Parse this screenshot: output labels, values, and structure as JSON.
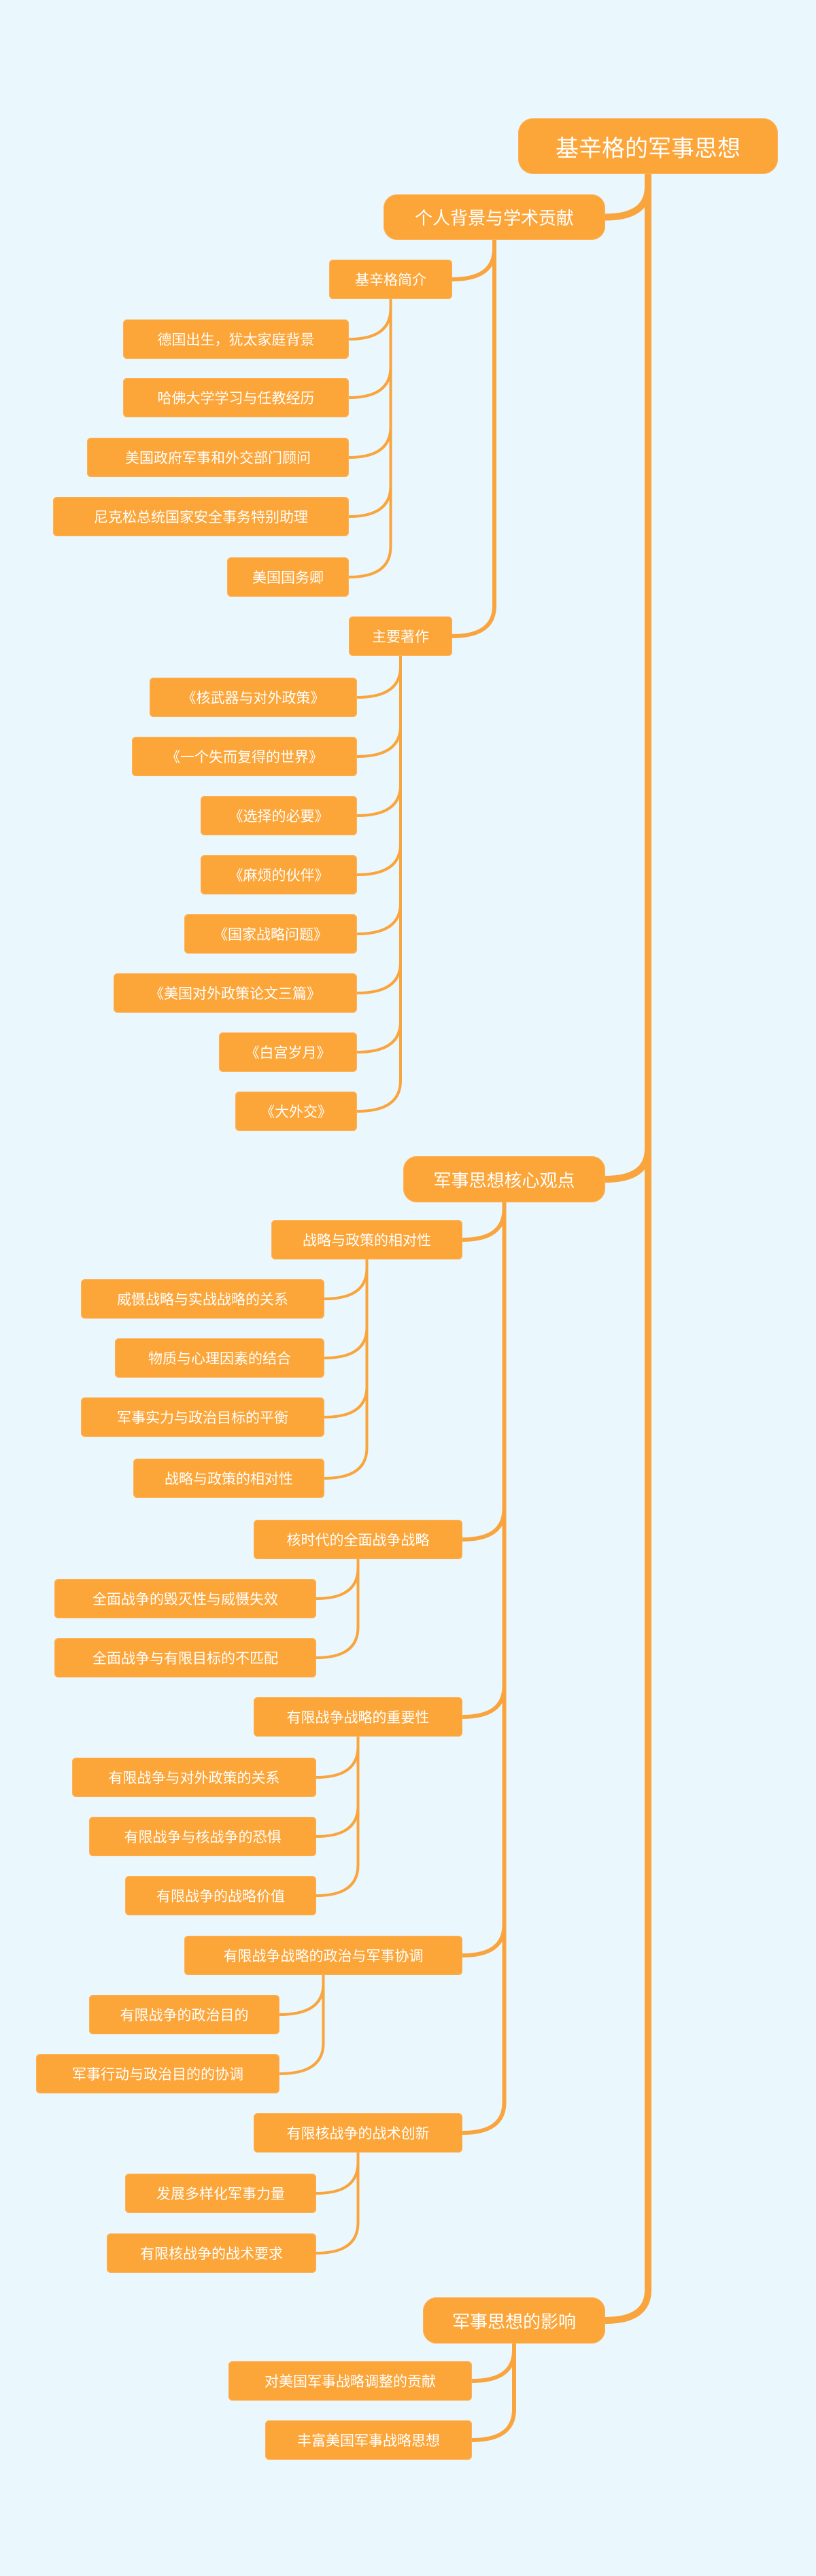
{
  "colors": {
    "background": "#eaf7fc",
    "node": "#fca538",
    "line": "#f9a43c",
    "text": "#ffffff"
  },
  "root": {
    "label": "基辛格的军事思想",
    "branches": [
      {
        "label": "个人背景与学术贡献",
        "children": [
          {
            "label": "基辛格简介",
            "children": [
              {
                "label": "德国出生，犹太家庭背景"
              },
              {
                "label": "哈佛大学学习与任教经历"
              },
              {
                "label": "美国政府军事和外交部门顾问"
              },
              {
                "label": "尼克松总统国家安全事务特别助理"
              },
              {
                "label": "美国国务卿"
              }
            ]
          },
          {
            "label": "主要著作",
            "children": [
              {
                "label": "《核武器与对外政策》"
              },
              {
                "label": "《一个失而复得的世界》"
              },
              {
                "label": "《选择的必要》"
              },
              {
                "label": "《麻烦的伙伴》"
              },
              {
                "label": "《国家战略问题》"
              },
              {
                "label": "《美国对外政策论文三篇》"
              },
              {
                "label": "《白宫岁月》"
              },
              {
                "label": "《大外交》"
              }
            ]
          }
        ]
      },
      {
        "label": "军事思想核心观点",
        "children": [
          {
            "label": "战略与政策的相对性",
            "children": [
              {
                "label": "威慑战略与实战战略的关系"
              },
              {
                "label": "物质与心理因素的结合"
              },
              {
                "label": "军事实力与政治目标的平衡"
              },
              {
                "label": "战略与政策的相对性"
              }
            ]
          },
          {
            "label": "核时代的全面战争战略",
            "children": [
              {
                "label": "全面战争的毁灭性与威慑失效"
              },
              {
                "label": "全面战争与有限目标的不匹配"
              }
            ]
          },
          {
            "label": "有限战争战略的重要性",
            "children": [
              {
                "label": "有限战争与对外政策的关系"
              },
              {
                "label": "有限战争与核战争的恐惧"
              },
              {
                "label": "有限战争的战略价值"
              }
            ]
          },
          {
            "label": "有限战争战略的政治与军事协调",
            "children": [
              {
                "label": "有限战争的政治目的"
              },
              {
                "label": "军事行动与政治目的的协调"
              }
            ]
          },
          {
            "label": "有限核战争的战术创新",
            "children": [
              {
                "label": "发展多样化军事力量"
              },
              {
                "label": "有限核战争的战术要求"
              }
            ]
          }
        ]
      },
      {
        "label": "军事思想的影响",
        "children": [
          {
            "label": "对美国军事战略调整的贡献"
          },
          {
            "label": "丰富美国军事战略思想"
          }
        ]
      }
    ]
  }
}
